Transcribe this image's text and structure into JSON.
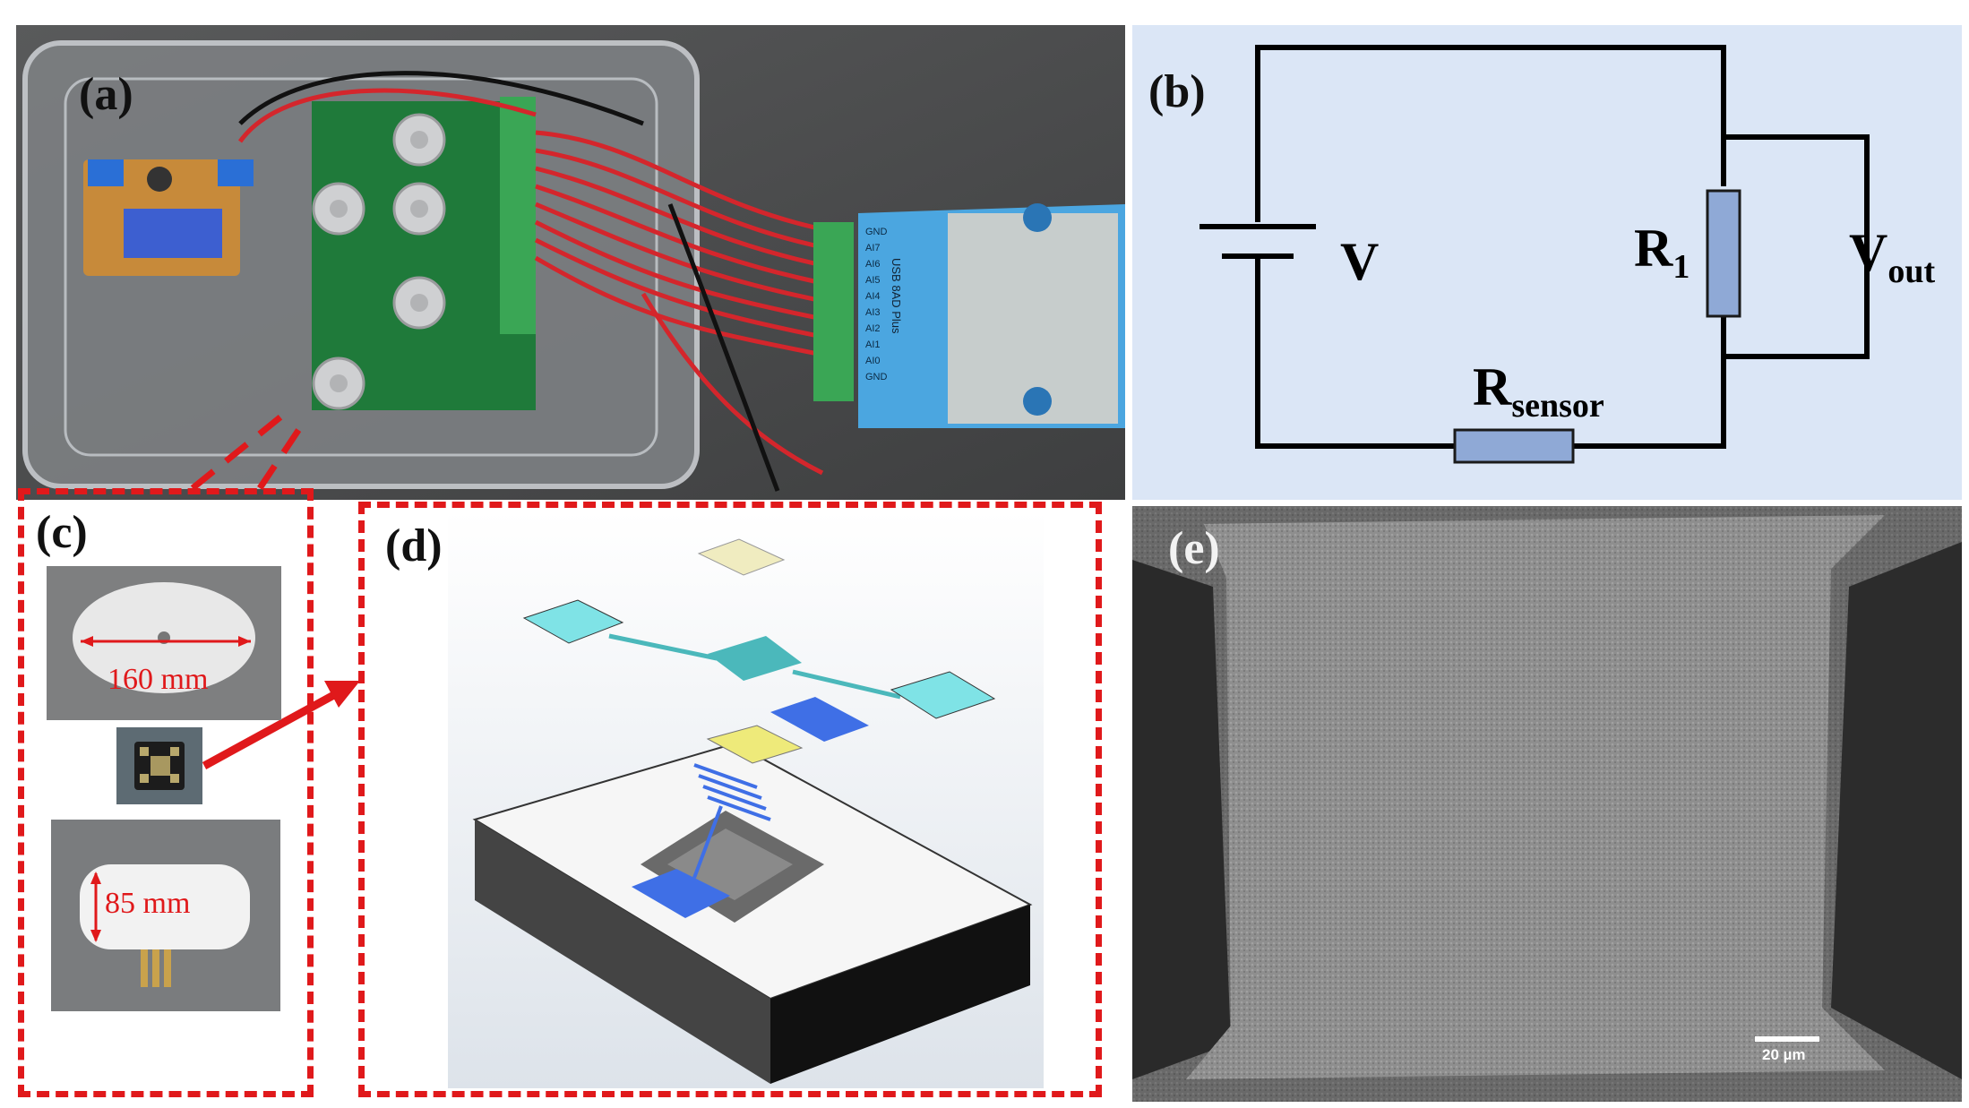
{
  "panels": {
    "a": {
      "label": "(a)",
      "daq_pins": [
        "GND",
        "AI7",
        "AI6",
        "AI5",
        "AI4",
        "AI3",
        "AI2",
        "AI1",
        "AI0",
        "GND"
      ],
      "daq_title": "USB 8AD Plus"
    },
    "b": {
      "label": "(b)",
      "circuit": {
        "source": "V",
        "r1": "R",
        "r1_sub": "1",
        "vout": "V",
        "vout_sub": "out",
        "rsensor": "R",
        "rsensor_sub": "sensor"
      }
    },
    "c": {
      "label": "(c)",
      "dim_top": "160 mm",
      "dim_bottom": "85 mm"
    },
    "d": {
      "label": "(d)"
    },
    "e": {
      "label": "(e)",
      "scale_bar": "20 µm"
    }
  },
  "colors": {
    "dash_red": "#e0191b",
    "circuit_bg": "#dbe6f6",
    "resistor_fill": "#8fa9d6",
    "pcb_green": "#1f7a3a",
    "daq_blue": "#4ba6e0",
    "cyan_layer": "#7fe3e6",
    "blue_layer": "#3f6fe6",
    "yellow_layer": "#eeea7a"
  }
}
